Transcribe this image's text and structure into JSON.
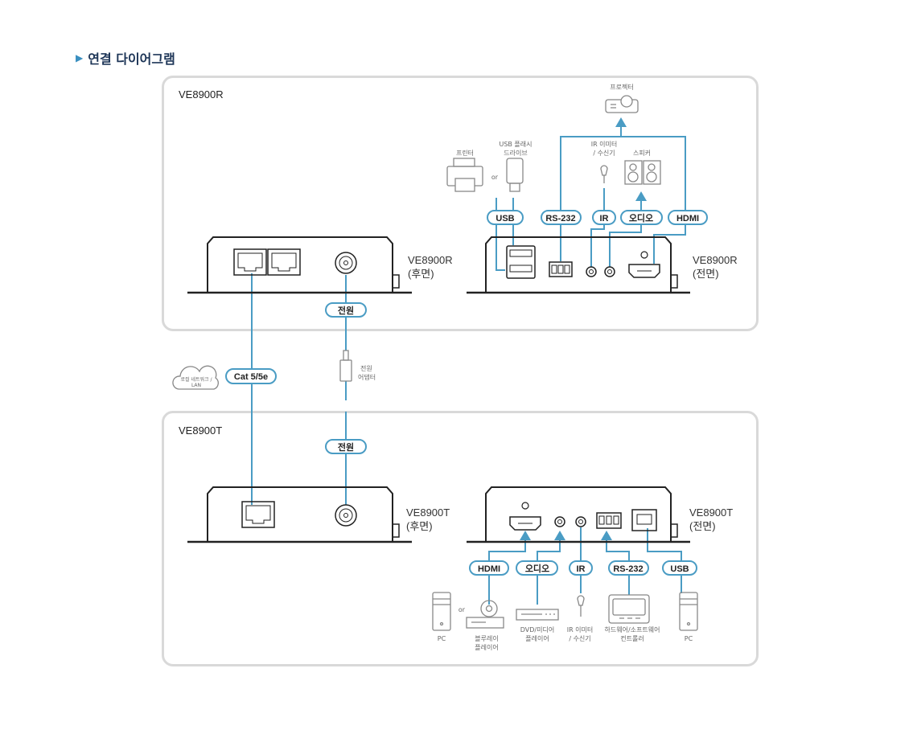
{
  "title": "연결 다이어그램",
  "colors": {
    "cable": "#4a9cc4",
    "device": "#222222",
    "panel_border": "#d9d9d9",
    "icon": "#888888"
  },
  "receiver_panel": {
    "label": "VE8900R",
    "rear": {
      "name": "VE8900R",
      "side": "(후면)"
    },
    "front": {
      "name": "VE8900R",
      "side": "(전면)"
    },
    "power_pill": "전원",
    "ports": [
      "USB",
      "RS-232",
      "IR",
      "오디오",
      "HDMI"
    ],
    "peripherals": {
      "projector": "프로젝터",
      "printer": "프린터",
      "or": "or",
      "usb_drive_1": "USB 플래시",
      "usb_drive_2": "드라이브",
      "ir_1": "IR 이미터",
      "ir_2": "/ 수신기",
      "speaker": "스피커"
    }
  },
  "between": {
    "network_1": "로컬 네트워크 /",
    "network_2": "LAN",
    "cable": "Cat 5/5e",
    "adapter_1": "전원",
    "adapter_2": "어댑터"
  },
  "transmitter_panel": {
    "label": "VE8900T",
    "rear": {
      "name": "VE8900T",
      "side": "(후면)"
    },
    "front": {
      "name": "VE8900T",
      "side": "(전면)"
    },
    "power_pill": "전원",
    "ports": [
      "HDMI",
      "오디오",
      "IR",
      "RS-232",
      "USB"
    ],
    "peripherals": {
      "pc_left": "PC",
      "or": "or",
      "bluray_1": "블루레이",
      "bluray_2": "플레이어",
      "dvd_1": "DVD/미디어",
      "dvd_2": "플레이어",
      "ir_1": "IR 이미터",
      "ir_2": "/ 수신기",
      "controller_1": "하드웨어/소프트웨어",
      "controller_2": "컨트롤러",
      "pc_right": "PC"
    }
  }
}
